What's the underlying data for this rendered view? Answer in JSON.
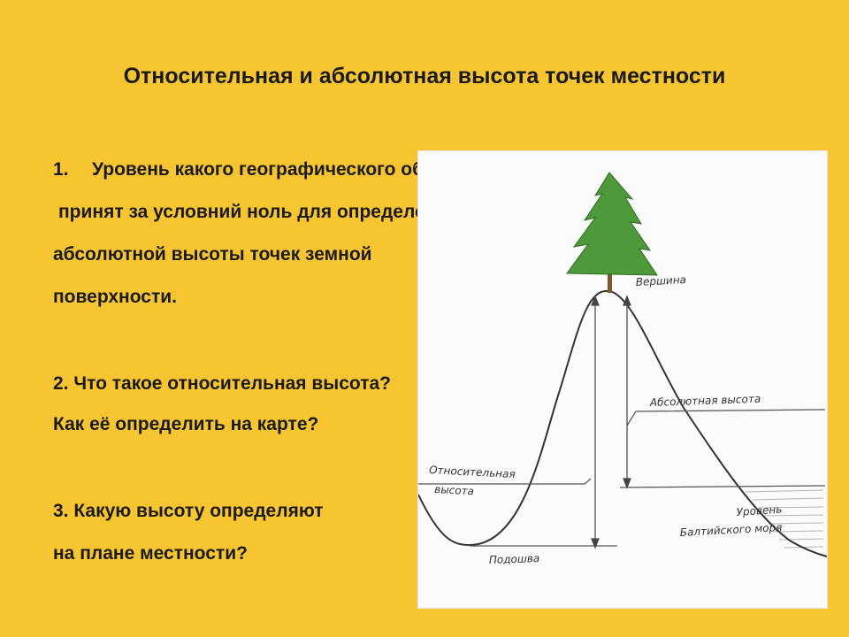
{
  "slide": {
    "title": "Относительная и абсолютная высота точек местности",
    "questions": [
      {
        "number": "1.",
        "lines": [
          "Уровень какого географического объекта",
          "принят за условний ноль для определения",
          "абсолютной высоты точек земной",
          "поверхности."
        ]
      },
      {
        "lines": [
          "2. Что такое относительная высота?",
          "Как её определить на карте?"
        ]
      },
      {
        "lines": [
          "3. Какую высоту определяют",
          "на плане местности?"
        ]
      }
    ]
  },
  "drawing": {
    "labels": {
      "summit": "Вершина",
      "absolute_height": "Абсолютная высота",
      "relative_height_1": "Относительная",
      "relative_height_2": "высота",
      "sea_level_1": "Уровень",
      "sea_level_2": "Балтийского моря",
      "foot": "Подошва"
    }
  },
  "colors": {
    "background": "#f7c531",
    "tree": "#4e9a3a",
    "trunk": "#7a5a2e"
  }
}
